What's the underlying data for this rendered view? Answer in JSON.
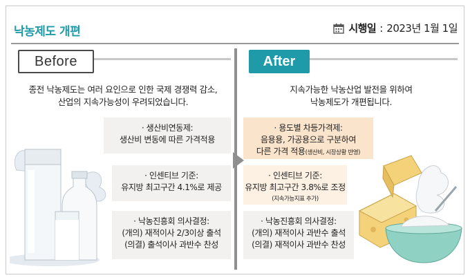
{
  "header": {
    "title": "낙농제도 개편",
    "date_label": "시행일",
    "date_sep": ":",
    "date_value": "2023년 1월 1일"
  },
  "before": {
    "label": "Before",
    "lead_1": "종전 낙농제도는 여러 요인으로 인한 국제 경쟁력 감소,",
    "lead_2": "산업의 지속가능성이 우려되었습니다.",
    "boxes": [
      {
        "heading": "· 생산비연동제:",
        "line_1": "생산비 변동에 따른 가격적용"
      },
      {
        "heading": "· 인센티브 기준:",
        "line_1": "유지방 최고구간 4.1%로 제공"
      },
      {
        "heading": "· 낙농진흥회 의사결정:",
        "line_1": "(개의) 재적이사 2/3이상 출석",
        "line_2": "(의결) 출석이사 과반수 찬성"
      }
    ]
  },
  "after": {
    "label": "After",
    "lead_1": "지속가능한 낙농산업 발전을 위하여",
    "lead_2": "낙농제도가 개편됩니다.",
    "boxes": [
      {
        "heading": "· 용도별 차등가격제:",
        "line_1": "음용용, 가공용으로 구분하여",
        "line_2": "다른 가격 적용",
        "note": "(생산비, 시장상황 반영)"
      },
      {
        "heading": "· 인센티브 기준:",
        "line_1": "유지방 최고구간 3.8%로 조정",
        "note": "(지속가능지표 추가)"
      },
      {
        "heading": "· 낙농진흥회 의사결정:",
        "line_1": "(개의) 재적이사 과반수 출석",
        "line_2": "(의결) 재적이사 과반수 찬성"
      }
    ]
  },
  "colors": {
    "accent": "#1f9aa8",
    "peach": "#fbe4cc",
    "cream": "#fdf1e4",
    "grey_box": "#f3f1ef"
  },
  "icons": {
    "date": "calendar-icon"
  }
}
